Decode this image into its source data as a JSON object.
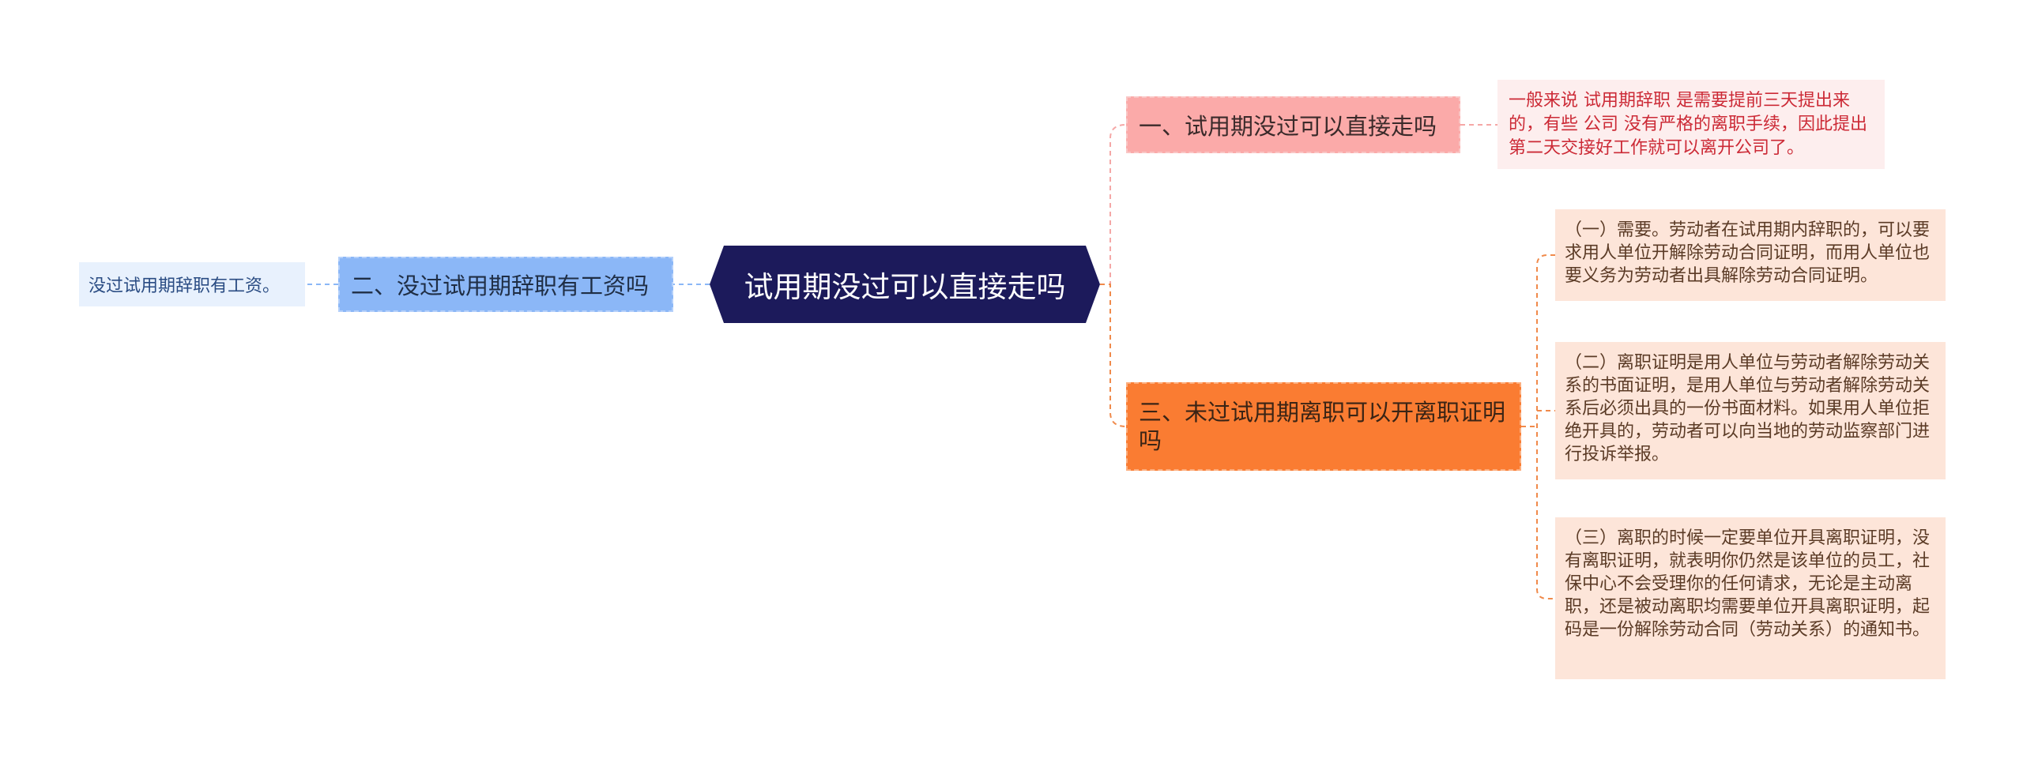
{
  "center": {
    "title": "试用期没过可以直接走吗"
  },
  "branches": [
    {
      "label": "一、试用期没过可以直接走吗",
      "notes": [
        "一般来说 试用期辞职 是需要提前三天提出来的，有些 公司 没有严格的离职手续，因此提出第二天交接好工作就可以离开公司了。"
      ]
    },
    {
      "label": "二、没过试用期辞职有工资吗",
      "notes": [
        "没过试用期辞职有工资。"
      ]
    },
    {
      "label": "三、未过试用期离职可以开离职证明吗",
      "notes": [
        "（一）需要。劳动者在试用期内辞职的，可以要求用人单位开解除劳动合同证明，而用人单位也要义务为劳动者出具解除劳动合同证明。",
        "（二）离职证明是用人单位与劳动者解除劳动关系的书面证明，是用人单位与劳动者解除劳动关系后必须出具的一份书面材料。如果用人单位拒绝开具的，劳动者可以向当地的劳动监察部门进行投诉举报。",
        "（三）离职的时候一定要单位开具离职证明，没有离职证明，就表明你仍然是该单位的员工，社保中心不会受理你的任何请求，无论是主动离职，还是被动离职均需要单位开具离职证明，起码是一份解除劳动合同（劳动关系）的通知书。"
      ]
    }
  ],
  "colors": {
    "center_bg": "#1c1a5b",
    "branch1": "#fbaaa9",
    "branch2": "#8bb7f7",
    "branch3": "#fa7c32",
    "note1_text": "#cc2a36"
  }
}
